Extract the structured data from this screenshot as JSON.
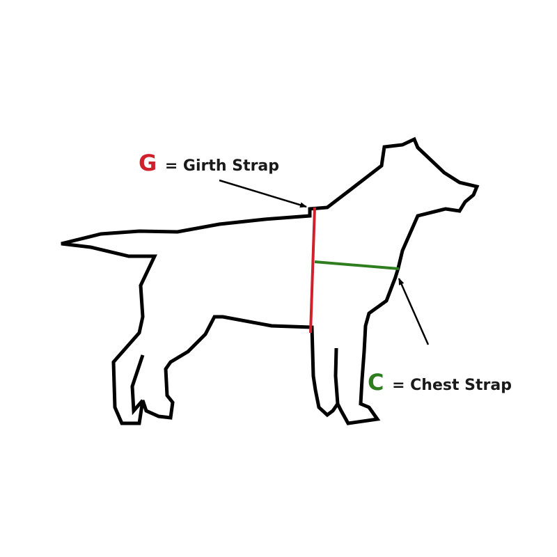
{
  "labels": {
    "girth": {
      "letter": "G",
      "text": "= Girth Strap"
    },
    "chest": {
      "letter": "C",
      "text": "= Chest Strap"
    }
  },
  "colors": {
    "girth": "#d0202c",
    "chest": "#2e7d1e",
    "outline": "#000000"
  }
}
